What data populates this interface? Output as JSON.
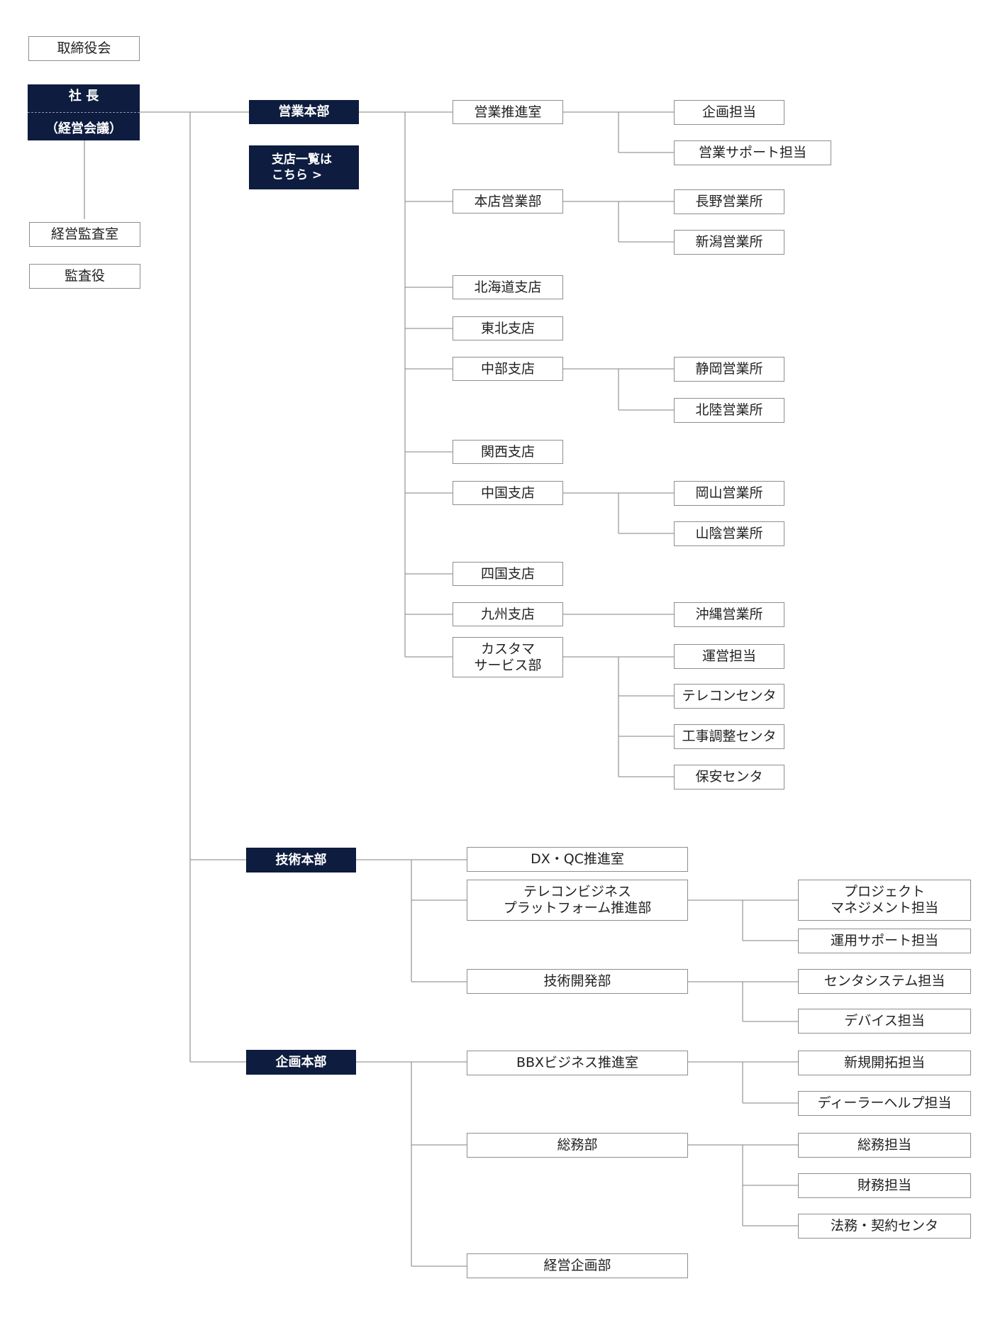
{
  "colors": {
    "navy": "#0d1c3f",
    "line": "#9a9a9a",
    "border": "#8e8e8e"
  },
  "board": "取締役会",
  "president": {
    "title": "社 長",
    "sub": "（経営会議）"
  },
  "audit_office": "経営監査室",
  "auditor": "監査役",
  "branch_link": {
    "line1": "支店一覧は",
    "line2": "こちら >"
  },
  "sales": {
    "title": "営業本部",
    "promotion": {
      "label": "営業推進室",
      "children": [
        "企画担当",
        "営業サポート担当"
      ]
    },
    "head_office": {
      "label": "本店営業部",
      "children": [
        "長野営業所",
        "新潟営業所"
      ]
    },
    "hokkaido": "北海道支店",
    "tohoku": "東北支店",
    "chubu": {
      "label": "中部支店",
      "children": [
        "静岡営業所",
        "北陸営業所"
      ]
    },
    "kansai": "関西支店",
    "chugoku": {
      "label": "中国支店",
      "children": [
        "岡山営業所",
        "山陰営業所"
      ]
    },
    "shikoku": "四国支店",
    "kyushu": {
      "label": "九州支店",
      "children": [
        "沖縄営業所"
      ]
    },
    "cs": {
      "line1": "カスタマ",
      "line2": "サービス部",
      "children": [
        "運営担当",
        "テレコンセンタ",
        "工事調整センタ",
        "保安センタ"
      ]
    }
  },
  "tech": {
    "title": "技術本部",
    "dxqc": "DX・QC推進室",
    "telecom": {
      "line1": "テレコンビジネス",
      "line2": "プラットフォーム推進部",
      "pm1": "プロジェクト",
      "pm2": "マネジメント担当",
      "ops": "運用サポート担当"
    },
    "devdept": {
      "label": "技術開発部",
      "children": [
        "センタシステム担当",
        "デバイス担当"
      ]
    }
  },
  "plan": {
    "title": "企画本部",
    "bbx": {
      "label": "BBXビジネス推進室",
      "children": [
        "新規開拓担当",
        "ディーラーヘルプ担当"
      ]
    },
    "general": {
      "label": "総務部",
      "children": [
        "総務担当",
        "財務担当",
        "法務・契約センタ"
      ]
    },
    "corp": "経営企画部"
  }
}
